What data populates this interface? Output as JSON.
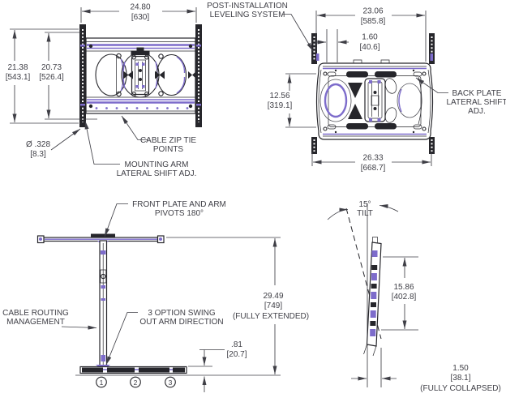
{
  "colors": {
    "line": "#26262b",
    "accent": "#7d6ccb",
    "text": "#3f3f46"
  },
  "front_view": {
    "dim_width_in": "24.80",
    "dim_width_mm": "[630]",
    "dim_height_outer_in": "21.38",
    "dim_height_outer_mm": "[543.1]",
    "dim_height_inner_in": "20.73",
    "dim_height_inner_mm": "[526.4]",
    "dim_hole_in": "Ø .328",
    "dim_hole_mm": "[8.3]",
    "label_zip_1": "CABLE ZIP TIE",
    "label_zip_2": "POINTS",
    "label_shift_1": "MOUNTING ARM",
    "label_shift_2": "LATERAL SHIFT ADJ."
  },
  "back_view": {
    "dim_width_top_in": "23.06",
    "dim_width_top_mm": "[585.8]",
    "dim_offset_in": "1.60",
    "dim_offset_mm": "[40.6]",
    "dim_height_in": "12.56",
    "dim_height_mm": "[319.1]",
    "dim_width_bottom_in": "26.33",
    "dim_width_bottom_mm": "[668.7]",
    "label_leveling_1": "POST-INSTALLATION",
    "label_leveling_2": "LEVELING SYSTEM",
    "label_shift_1": "BACK PLATE",
    "label_shift_2": "LATERAL SHIFT",
    "label_shift_3": "ADJ."
  },
  "extended_view": {
    "dim_extended_in": "29.49",
    "dim_extended_mm": "[749]",
    "dim_extended_note": "(FULLY EXTENDED)",
    "dim_base_in": ".81",
    "dim_base_mm": "[20.7]",
    "label_pivot_1": "FRONT PLATE AND ARM",
    "label_pivot_2": "PIVOTS 180°",
    "label_cable_1": "CABLE ROUTING",
    "label_cable_2": "MANAGEMENT",
    "label_swing_1": "3 OPTION SWING",
    "label_swing_2": "OUT ARM DIRECTION",
    "pos_1": "1",
    "pos_2": "2",
    "pos_3": "3"
  },
  "collapsed_view": {
    "dim_tilt_1": "15°",
    "dim_tilt_2": "TILT",
    "dim_height_in": "15.86",
    "dim_height_mm": "[402.8]",
    "dim_depth_in": "1.50",
    "dim_depth_mm": "[38.1]",
    "dim_depth_note": "(FULLY COLLAPSED)"
  }
}
